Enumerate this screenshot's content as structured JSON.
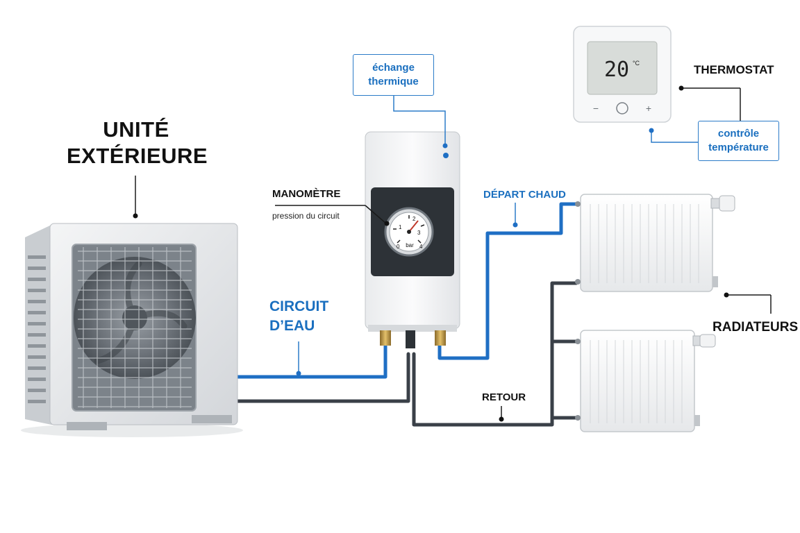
{
  "labels": {
    "outdoor_unit": [
      "UNITÉ",
      "EXTÉRIEURE"
    ],
    "manometer_title": "MANOMÈTRE",
    "manometer_sub": "pression du circuit",
    "heat_exchange": [
      "échange",
      "thermique"
    ],
    "thermostat_title": "THERMOSTAT",
    "temp_control": [
      "contrôle",
      "température"
    ],
    "depart_chaud": "DÉPART CHAUD",
    "circuit_eau": [
      "CIRCUIT",
      "D’EAU"
    ],
    "retour": "RETOUR",
    "radiateurs": "RADIATEURS"
  },
  "thermostat": {
    "temperature": "20",
    "unit": "°C",
    "minus": "−",
    "plus": "+"
  },
  "gauge": {
    "unit": "bar",
    "ticks": [
      "0",
      "1",
      "2",
      "3",
      "4"
    ]
  },
  "colors": {
    "flow_pipe": "#1f6fc4",
    "return_pipe": "#3a4048",
    "accent": "#1a6fbf"
  }
}
